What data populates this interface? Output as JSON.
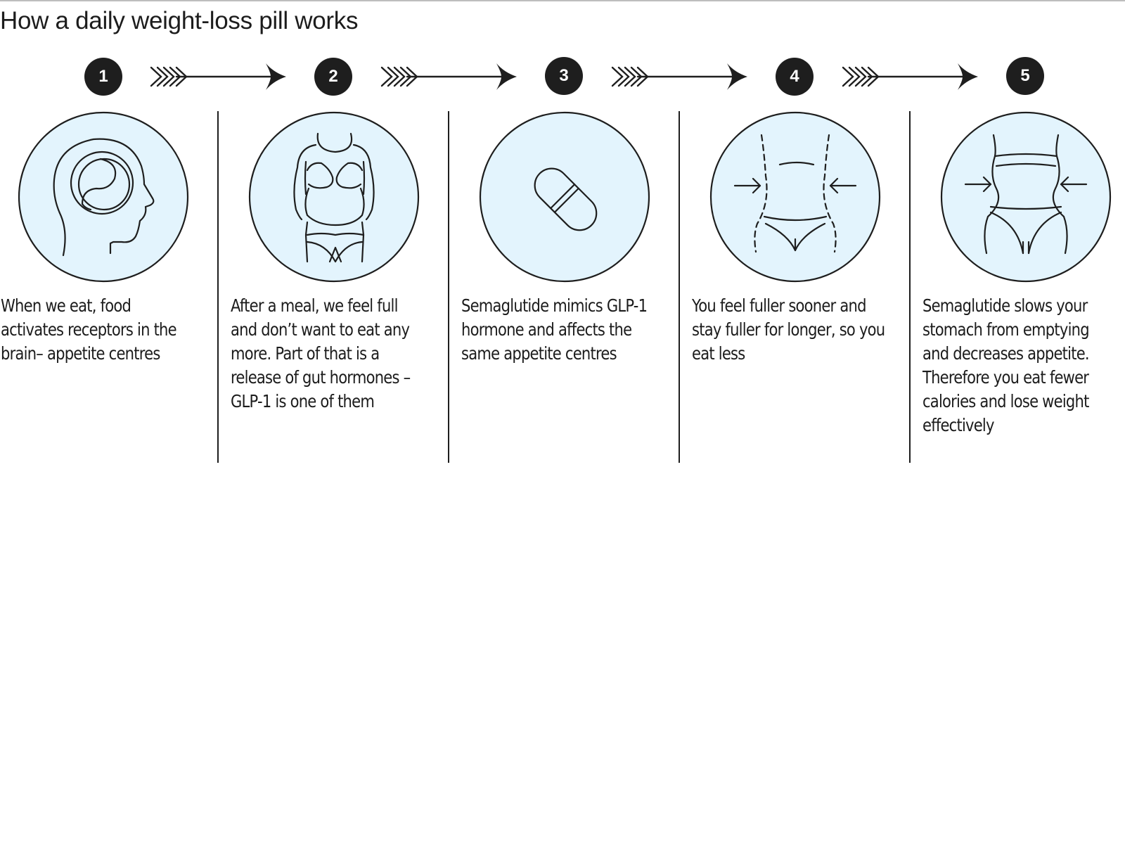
{
  "title": "How a daily weight-loss pill works",
  "colors": {
    "circle_fill": "#e3f4fd",
    "line": "#1e1e1e",
    "badge": "#1e1e1e"
  },
  "steps": [
    {
      "number": "1",
      "icon": "head-brain-icon",
      "text": "When we eat, food activates receptors in the brain– appetite centres"
    },
    {
      "number": "2",
      "icon": "body-torso-icon",
      "text": "After a meal, we feel full and don’t want to eat any more. Part of that is a release of gut hormones – GLP-1 is one of them"
    },
    {
      "number": "3",
      "icon": "pill-icon",
      "text": "Semaglutide mimics GLP-1 hormone and affects the same appetite centres"
    },
    {
      "number": "4",
      "icon": "shrinking-waist-icon",
      "text": "You feel fuller sooner and stay fuller for longer, so you eat less"
    },
    {
      "number": "5",
      "icon": "slim-waist-icon",
      "text": "Semaglutide slows your stomach from emptying and decreases appetite. Therefore you eat fewer calories and lose weight effectively"
    }
  ]
}
